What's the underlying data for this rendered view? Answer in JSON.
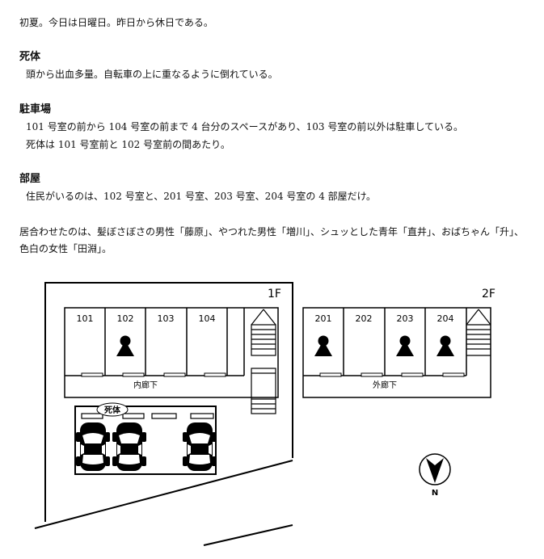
{
  "intro": "初夏。今日は日曜日。昨日から休日である。",
  "sections": {
    "body": {
      "heading": "死体",
      "text": "頭から出血多量。自転車の上に重なるように倒れている。"
    },
    "parking": {
      "heading": "駐車場",
      "lines": [
        "101 号室の前から 104 号室の前まで 4 台分のスペースがあり、103 号室の前以外は駐車している。",
        "死体は 101 号室前と 102 号室前の間あたり。"
      ]
    },
    "rooms": {
      "heading": "部屋",
      "text": "住民がいるのは、102 号室と、201 号室、203 号室、204 号室の 4 部屋だけ。"
    }
  },
  "present": [
    "居合わせたのは、髪ぼさぼさの男性「藤原」、やつれた男性「増川」、シュッとした青年「直井」、おばちゃん「升」、",
    "色白の女性「田淵」。"
  ],
  "diagram": {
    "floor1_label": "1F",
    "floor2_label": "2F",
    "floor1_rooms": [
      "101",
      "102",
      "103",
      "104"
    ],
    "floor2_rooms": [
      "201",
      "202",
      "203",
      "204"
    ],
    "corridor1": "内廊下",
    "corridor2": "外廊下",
    "body_label": "死体",
    "north_label": "N"
  }
}
